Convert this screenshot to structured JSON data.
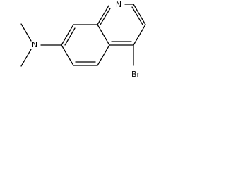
{
  "molecule": {
    "atoms": {
      "ring_nitrogen": "N",
      "amine_nitrogen": "N",
      "bromine": "Br"
    }
  }
}
